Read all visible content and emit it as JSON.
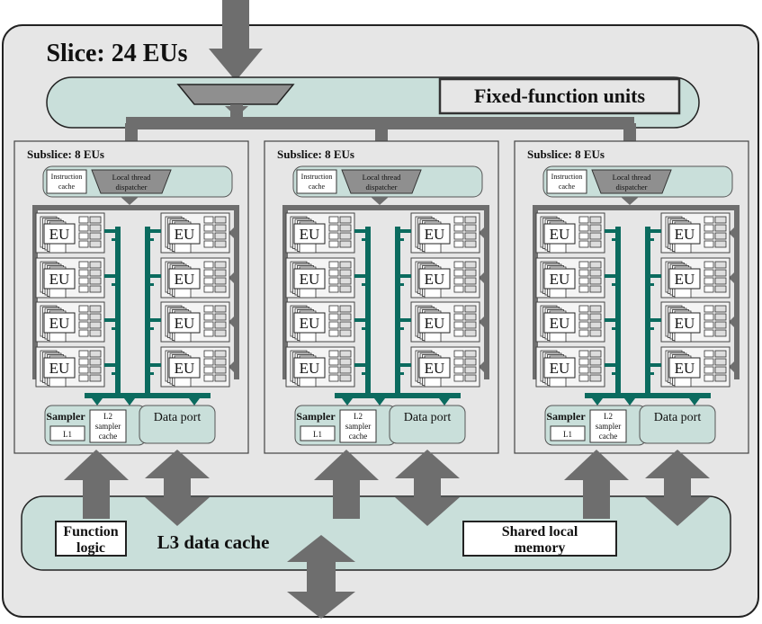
{
  "slice_title": "Slice: 24 EUs",
  "fixed_function_label": "Fixed-function units",
  "subslices": [
    {
      "title": "Subslice: 8 EUs",
      "instruction_cache": [
        "Instruction",
        "cache"
      ],
      "dispatcher": [
        "Local thread",
        "dispatcher"
      ],
      "eu_label": "EU",
      "sampler": "Sampler",
      "l1": "L1",
      "l2_sampler_cache": [
        "L2",
        "sampler",
        "cache"
      ],
      "data_port": "Data port"
    },
    {
      "title": "Subslice: 8 EUs",
      "instruction_cache": [
        "Instruction",
        "cache"
      ],
      "dispatcher": [
        "Local thread",
        "dispatcher"
      ],
      "eu_label": "EU",
      "sampler": "Sampler",
      "l1": "L1",
      "l2_sampler_cache": [
        "L2",
        "sampler",
        "cache"
      ],
      "data_port": "Data port"
    },
    {
      "title": "Subslice: 8 EUs",
      "instruction_cache": [
        "Instruction",
        "cache"
      ],
      "dispatcher": [
        "Local thread",
        "dispatcher"
      ],
      "eu_label": "EU",
      "sampler": "Sampler",
      "l1": "L1",
      "l2_sampler_cache": [
        "L2",
        "sampler",
        "cache"
      ],
      "data_port": "Data port"
    }
  ],
  "l3_label": "L3 data cache",
  "function_logic": [
    "Function",
    "logic"
  ],
  "shared_local_memory": [
    "Shared local",
    "memory"
  ],
  "colors": {
    "slice_bg": "#e6e6e6",
    "teal_box": "#c9dfda",
    "teal_bus": "#0b6b5f",
    "arrow_gray": "#6e6e6e",
    "dispatcher_gray": "#8f8f8f"
  }
}
